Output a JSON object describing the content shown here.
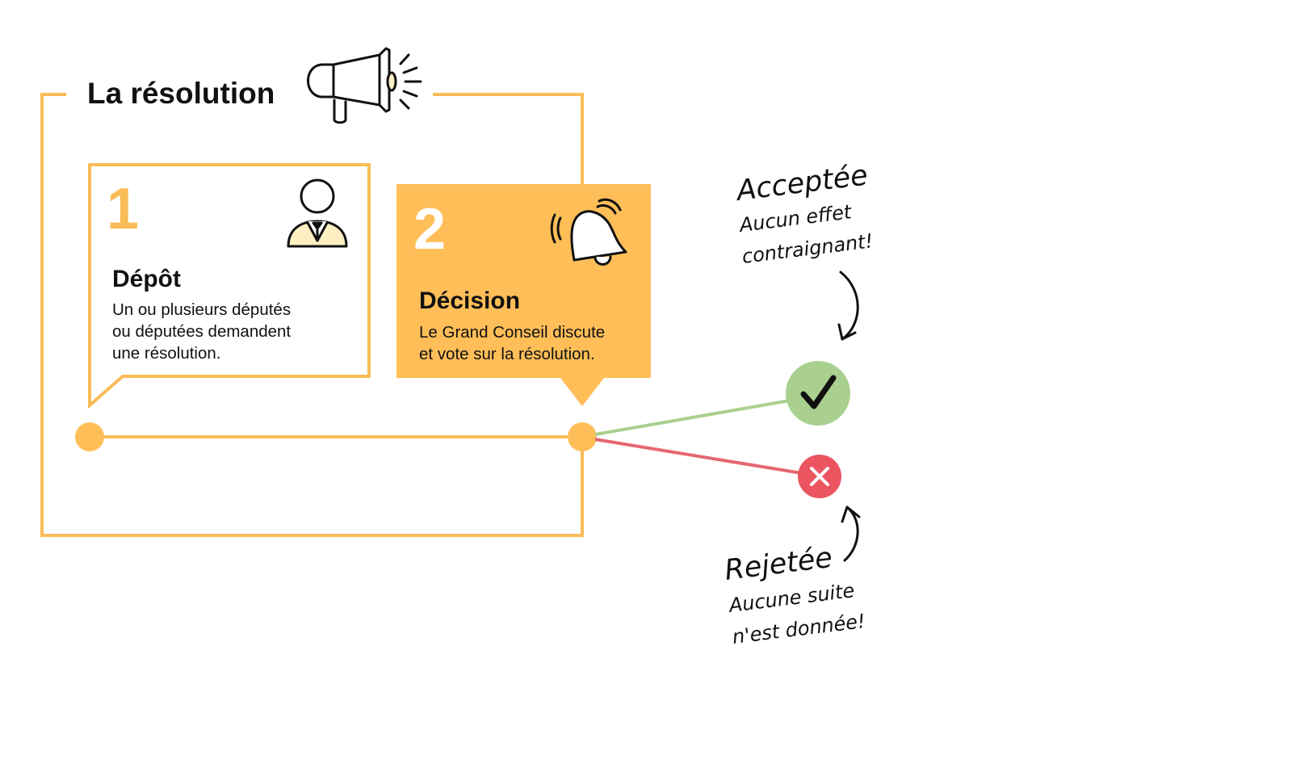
{
  "title": "La résolution",
  "colors": {
    "accent": "#F9BC57",
    "accent_fill": "#FFBE58",
    "accepted": "#A9D08E",
    "accepted_line": "#A9D08E",
    "rejected": "#EB5560",
    "rejected_line": "#E56771",
    "ink": "#111111",
    "person_fill": "#FDEFC2"
  },
  "steps": [
    {
      "number": "1",
      "title": "Dépôt",
      "lines": [
        "Un ou plusieurs députés",
        "ou députées demandent",
        "une résolution."
      ],
      "icon": "person-icon"
    },
    {
      "number": "2",
      "title": "Décision",
      "lines": [
        "Le Grand Conseil discute",
        "et vote sur la résolution."
      ],
      "icon": "bell-icon"
    }
  ],
  "outcomes": {
    "accepted": {
      "title": "Acceptée",
      "lines": [
        "Aucun effet",
        "contraignant!"
      ],
      "icon": "check-icon"
    },
    "rejected": {
      "title": "Rejetée",
      "lines": [
        "Aucune suite",
        "n'est donnée!"
      ],
      "icon": "cross-icon"
    }
  },
  "header_icon": "megaphone-icon"
}
